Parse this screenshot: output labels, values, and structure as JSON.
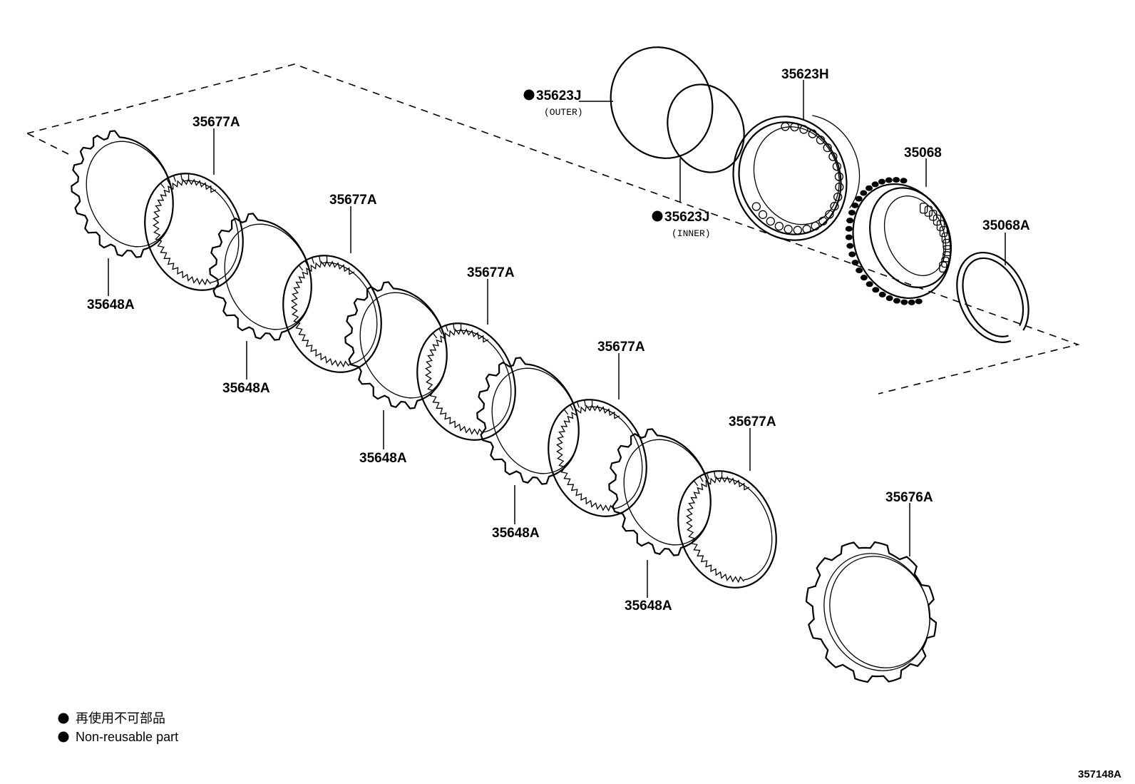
{
  "parts": {
    "p35623j_outer": {
      "code": "35623J",
      "note": "(OUTER)"
    },
    "p35623j_inner": {
      "code": "35623J",
      "note": "(INNER)"
    },
    "p35623h": "35623H",
    "p35068": "35068",
    "p35068a": "35068A",
    "p35677a": "35677A",
    "p35648a": "35648A",
    "p35676a": "35676A"
  },
  "legend": {
    "japanese": "再使用不可部品",
    "english": "Non-reusable part"
  },
  "diagram_code": "357148A"
}
